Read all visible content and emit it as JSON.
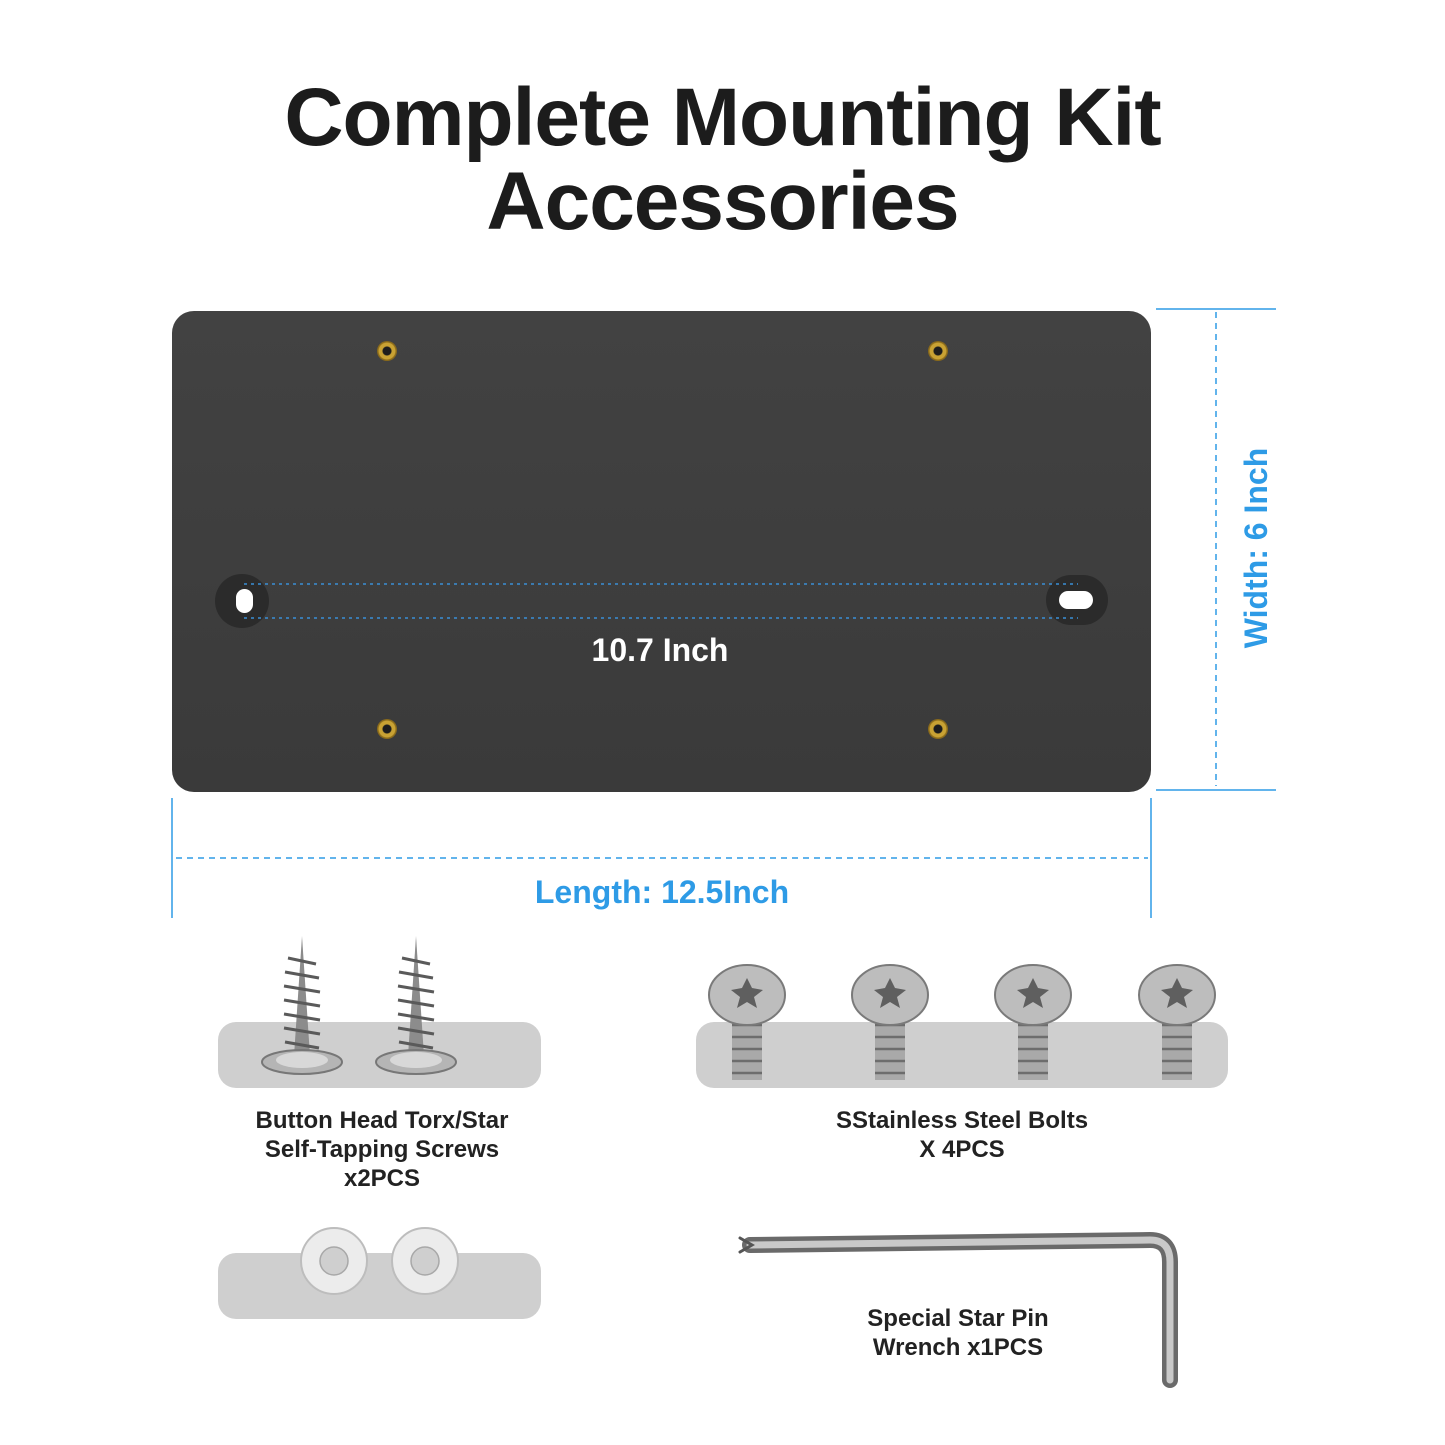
{
  "title": {
    "line1": "Complete Mounting Kit",
    "line2": "Accessories"
  },
  "plate": {
    "hole_spacing_label": "10.7 Inch"
  },
  "dimensions": {
    "length_label": "Length: 12.5Inch",
    "width_label": "Width: 6 Inch"
  },
  "accessories": {
    "screws": {
      "line1": "Button Head Torx/Star",
      "line2": "Self-Tapping Screws",
      "line3": "x2PCS"
    },
    "bolts": {
      "line1": "SStainless Steel Bolts",
      "line2": "X 4PCS"
    },
    "wrench": {
      "line1": "Special Star Pin",
      "line2": "Wrench x1PCS"
    }
  },
  "colors": {
    "accent_blue": "#2e9be6",
    "plate": "#3d3d3d",
    "tray": "#cfcfcf",
    "text": "#222222"
  }
}
